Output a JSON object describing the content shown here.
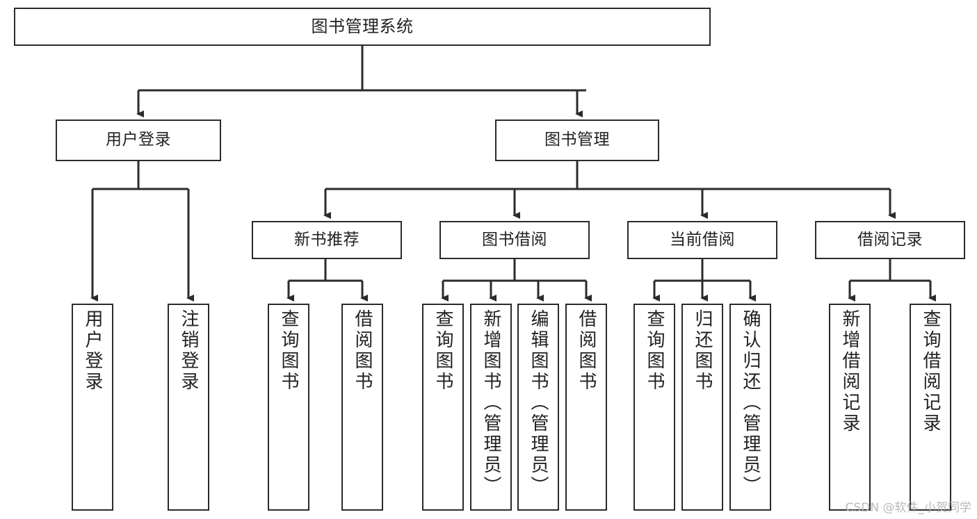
{
  "diagram": {
    "type": "tree",
    "title": "图书管理系统",
    "orientation": "top-down",
    "colors": {
      "box_border": "#2b2b2b",
      "box_fill": "#ffffff",
      "connector": "#2b2b2b",
      "text": "#222222",
      "watermark": "#b9b9b9"
    },
    "nodes": {
      "root": {
        "label": "图书管理系统"
      },
      "level2": [
        {
          "id": "user-login",
          "label": "用户登录"
        },
        {
          "id": "book-manage",
          "label": "图书管理"
        }
      ],
      "level3": [
        {
          "id": "new-book-recommend",
          "label": "新书推荐"
        },
        {
          "id": "book-borrow",
          "label": "图书借阅"
        },
        {
          "id": "current-borrow",
          "label": "当前借阅"
        },
        {
          "id": "borrow-record",
          "label": "借阅记录"
        }
      ],
      "leaves": [
        {
          "id": "leaf-user-login",
          "label": "用户登录",
          "parent": "user-login"
        },
        {
          "id": "leaf-logout-login",
          "label": "注销登录",
          "parent": "user-login"
        },
        {
          "id": "leaf-query-book-1",
          "label": "查询图书",
          "parent": "new-book-recommend"
        },
        {
          "id": "leaf-borrow-book-1",
          "label": "借阅图书",
          "parent": "new-book-recommend"
        },
        {
          "id": "leaf-query-book-2",
          "label": "查询图书",
          "parent": "book-borrow"
        },
        {
          "id": "leaf-add-book",
          "label": "新增图书（管理员）",
          "parent": "book-borrow"
        },
        {
          "id": "leaf-edit-book",
          "label": "编辑图书（管理员）",
          "parent": "book-borrow"
        },
        {
          "id": "leaf-borrow-book-2",
          "label": "借阅图书",
          "parent": "book-borrow"
        },
        {
          "id": "leaf-query-book-3",
          "label": "查询图书",
          "parent": "current-borrow"
        },
        {
          "id": "leaf-return-book",
          "label": "归还图书",
          "parent": "current-borrow"
        },
        {
          "id": "leaf-confirm-return",
          "label": "确认归还（管理员）",
          "parent": "current-borrow"
        },
        {
          "id": "leaf-add-record",
          "label": "新增借阅记录",
          "parent": "borrow-record"
        },
        {
          "id": "leaf-query-record",
          "label": "查询借阅记录",
          "parent": "borrow-record"
        }
      ]
    }
  },
  "watermark": {
    "text": "CSDN @软件_小贺同学"
  }
}
